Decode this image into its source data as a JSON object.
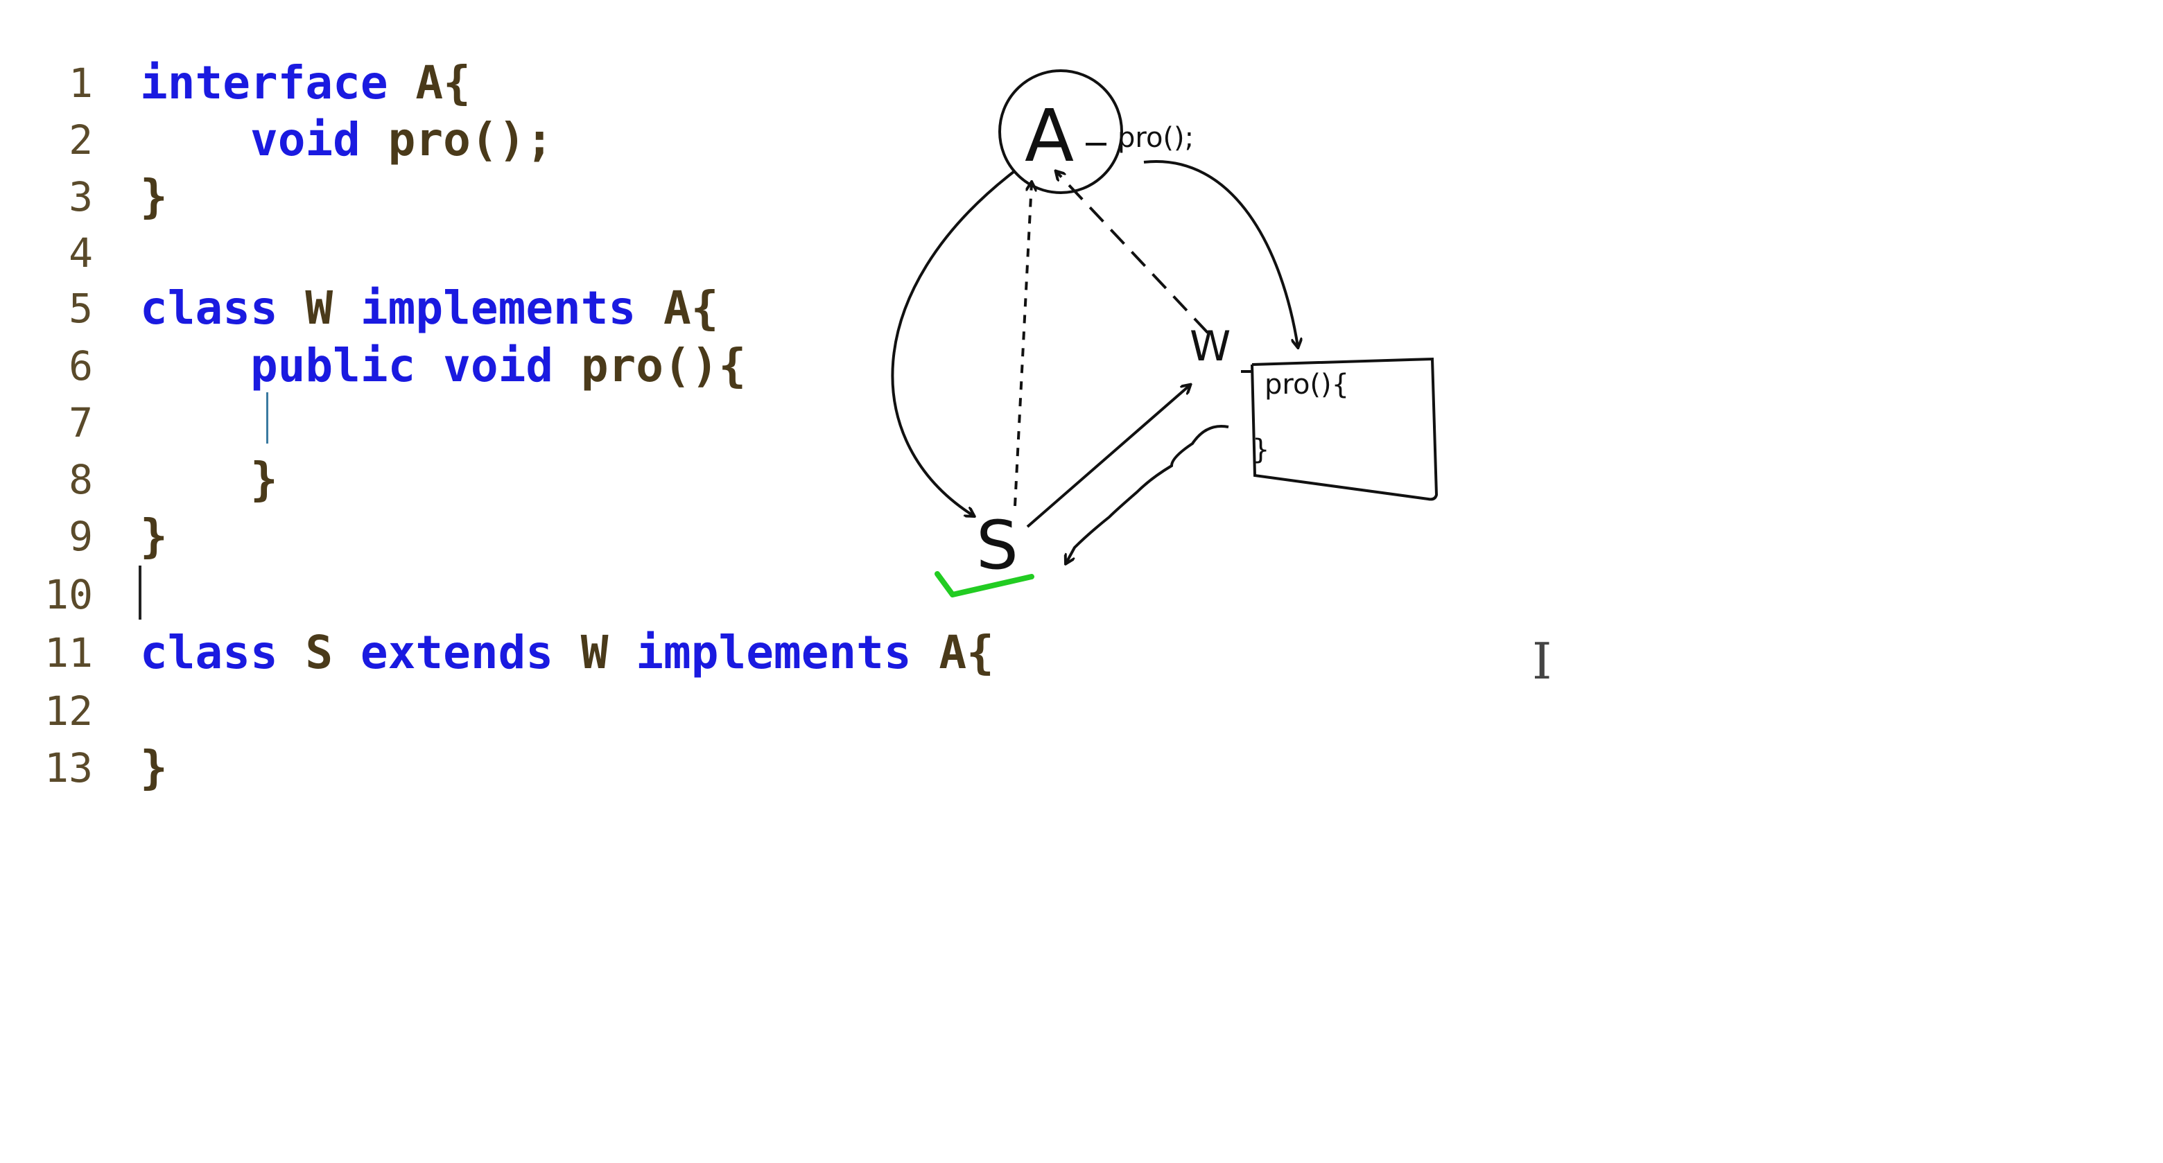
{
  "editor": {
    "lines": [
      {
        "num": "1",
        "tokens": [
          {
            "t": "interface",
            "k": "kw"
          },
          {
            "t": " A{",
            "k": "tx"
          }
        ]
      },
      {
        "num": "2",
        "tokens": [
          {
            "t": "    ",
            "k": "tx"
          },
          {
            "t": "void",
            "k": "kw"
          },
          {
            "t": " pro();",
            "k": "tx"
          }
        ]
      },
      {
        "num": "3",
        "tokens": [
          {
            "t": "}",
            "k": "tx"
          }
        ]
      },
      {
        "num": "4",
        "tokens": []
      },
      {
        "num": "5",
        "tokens": [
          {
            "t": "class",
            "k": "kw"
          },
          {
            "t": " W ",
            "k": "tx"
          },
          {
            "t": "implements",
            "k": "kw"
          },
          {
            "t": " A{",
            "k": "tx"
          }
        ]
      },
      {
        "num": "6",
        "tokens": [
          {
            "t": "    ",
            "k": "tx"
          },
          {
            "t": "public",
            "k": "kw"
          },
          {
            "t": " ",
            "k": "tx"
          },
          {
            "t": "void",
            "k": "kw"
          },
          {
            "t": " pro(){",
            "k": "tx"
          }
        ]
      },
      {
        "num": "7",
        "tokens": []
      },
      {
        "num": "8",
        "tokens": [
          {
            "t": "    }",
            "k": "tx"
          }
        ]
      },
      {
        "num": "9",
        "tokens": [
          {
            "t": "}",
            "k": "tx"
          }
        ]
      },
      {
        "num": "10",
        "tokens": []
      },
      {
        "num": "11",
        "tokens": [
          {
            "t": "class",
            "k": "kw"
          },
          {
            "t": " S ",
            "k": "tx"
          },
          {
            "t": "extends",
            "k": "kw"
          },
          {
            "t": " W ",
            "k": "tx"
          },
          {
            "t": "implements",
            "k": "kw"
          },
          {
            "t": " A{",
            "k": "tx"
          }
        ]
      },
      {
        "num": "12",
        "tokens": []
      },
      {
        "num": "13",
        "tokens": [
          {
            "t": "}",
            "k": "tx"
          }
        ]
      }
    ]
  },
  "sketch": {
    "node_a": "A",
    "node_w": "W",
    "node_s": "S",
    "a_method": "pro();",
    "w_method": "pro(){",
    "w_close": "}"
  },
  "colors": {
    "keyword": "#1a1ae0",
    "text": "#4a3a1a",
    "ink": "#111111",
    "check": "#22cc22",
    "background": "#ffffff"
  },
  "icons": {
    "mouse_cursor": "i-beam-cursor-icon",
    "check_mark": "check-mark-icon"
  }
}
